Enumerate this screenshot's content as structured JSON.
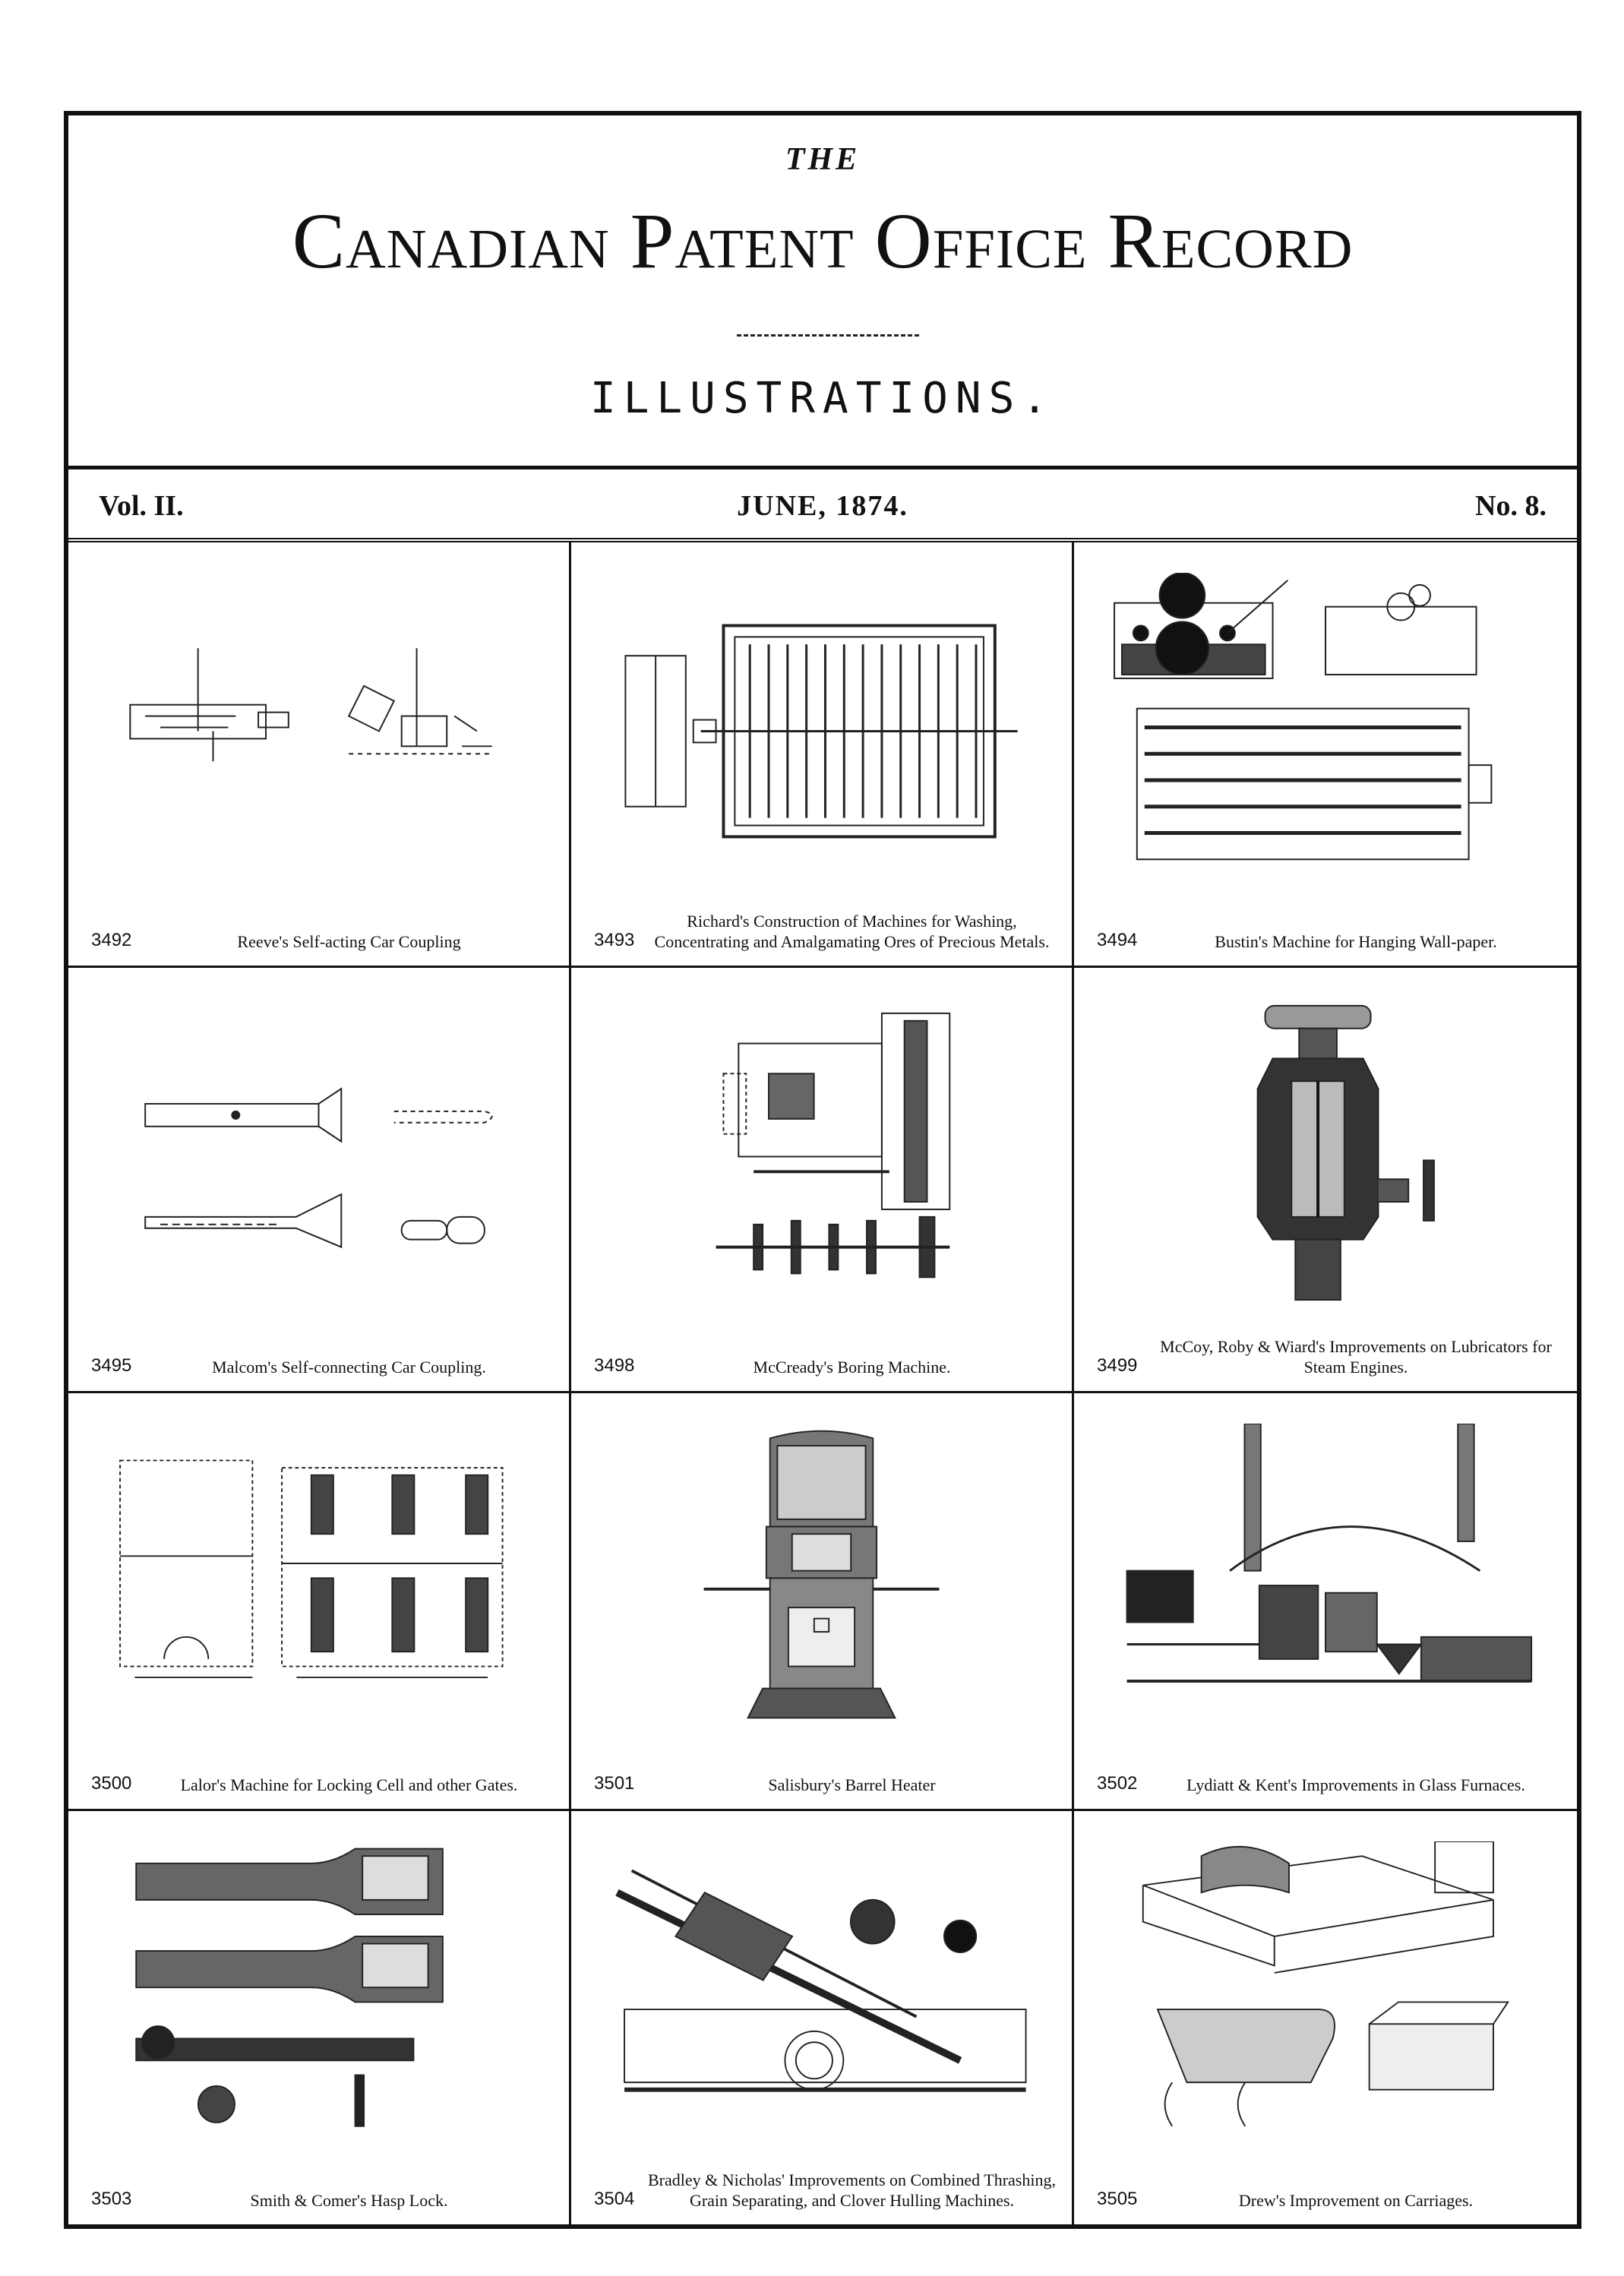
{
  "masthead": {
    "the": "THE",
    "title": "Canadian Patent Office Record",
    "subtitle": "ILLUSTRATIONS."
  },
  "dateline": {
    "volume": "Vol. II.",
    "date": "JUNE, 1874.",
    "number": "No. 8."
  },
  "figures": [
    {
      "number": "3492",
      "caption": "Reeve's Self-acting Car Coupling"
    },
    {
      "number": "3493",
      "caption": "Richard's Construction of Machines for Washing, Concentrating and Amalgamating Ores of Precious Metals."
    },
    {
      "number": "3494",
      "caption": "Bustin's Machine for Hanging Wall-paper."
    },
    {
      "number": "3495",
      "caption": "Malcom's Self-connecting Car Coupling."
    },
    {
      "number": "3498",
      "caption": "McCready's Boring Machine."
    },
    {
      "number": "3499",
      "caption": "McCoy, Roby & Wiard's Improvements on Lubricators for Steam Engines."
    },
    {
      "number": "3500",
      "caption": "Lalor's Machine for Locking Cell and other Gates."
    },
    {
      "number": "3501",
      "caption": "Salisbury's Barrel Heater"
    },
    {
      "number": "3502",
      "caption": "Lydiatt & Kent's Improvements in Glass Furnaces."
    },
    {
      "number": "3503",
      "caption": "Smith & Comer's Hasp Lock."
    },
    {
      "number": "3504",
      "caption": "Bradley & Nicholas' Improvements on Combined Thrashing, Grain Separating, and Clover Hulling Machines."
    },
    {
      "number": "3505",
      "caption": "Drew's Improvement on Carriages."
    }
  ]
}
